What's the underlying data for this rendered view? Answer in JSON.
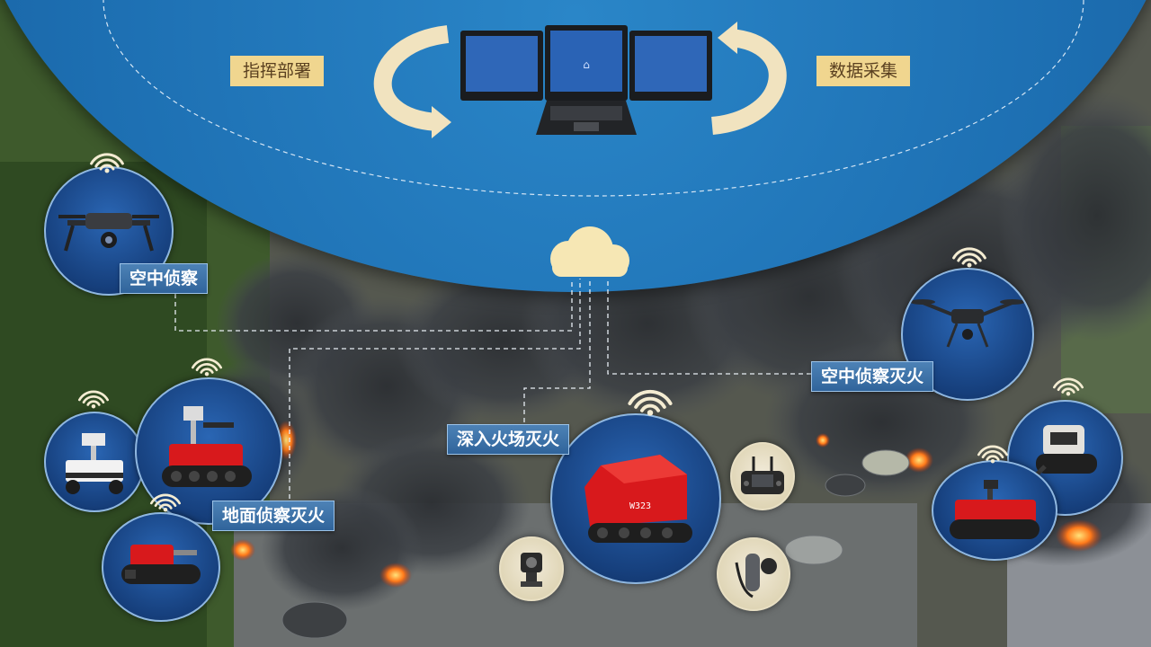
{
  "command": {
    "deploy_label": "指挥部署",
    "collect_label": "数据采集"
  },
  "labels": {
    "air_recon": "空中侦察",
    "air_recon_fire": "空中侦察灭火",
    "deep_fire": "深入火场灭火",
    "ground_recon_fire": "地面侦察灭火"
  },
  "robot_marking": "W323",
  "colors": {
    "ellipse_blue": "#1d6fb2",
    "label_blue": "#3d74ab",
    "gold_label": "#f0d68f",
    "robot_red": "#d8191c",
    "cloud": "#f6e7b4"
  }
}
